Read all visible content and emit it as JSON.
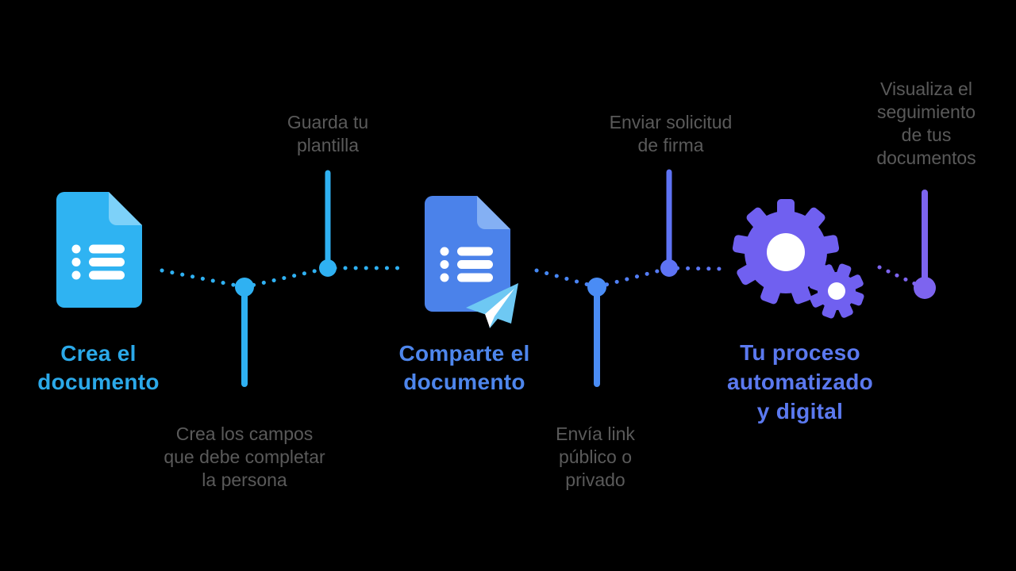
{
  "background_color": "#000000",
  "flow": {
    "steps": [
      {
        "name": "create-document",
        "icon": "document-form-icon",
        "label_color": "#2BA9E9",
        "label_lines": [
          "Crea el",
          "documento"
        ]
      },
      {
        "name": "share-document",
        "icon": "document-send-icon",
        "label_color": "#4E86EC",
        "label_lines": [
          "Comparte el",
          "documento"
        ]
      },
      {
        "name": "automated-process",
        "icon": "gears-icon",
        "label_color": "#5B79EF",
        "label_lines": [
          "Tu proceso",
          "automatizado",
          "y digital"
        ]
      }
    ],
    "milestones": [
      {
        "name": "create-fields",
        "placement": "below-line",
        "marker_color": "#2FB1F2",
        "label_lines": [
          "Crea los campos",
          "que debe completar",
          "la persona"
        ]
      },
      {
        "name": "save-template",
        "placement": "above-line",
        "marker_color": "#2FB1F2",
        "label_lines": [
          "Guarda tu",
          "plantilla"
        ]
      },
      {
        "name": "send-link",
        "placement": "below-line",
        "marker_color": "#4A8CF5",
        "label_lines": [
          "Envía link",
          "público o",
          "privado"
        ]
      },
      {
        "name": "send-signature-request",
        "placement": "above-line",
        "marker_color": "#5E73F4",
        "label_lines": [
          "Enviar solicitud",
          "de firma"
        ]
      },
      {
        "name": "track-documents",
        "placement": "above-line",
        "marker_color": "#7D64EF",
        "label_lines": [
          "Visualiza el",
          "seguimiento",
          "de tus",
          "documentos"
        ]
      }
    ],
    "colors": {
      "doc1_body": "#2FB3F2",
      "doc1_fold": "#7DD1F9",
      "doc2_body": "#4B82EA",
      "doc2_fold": "#84B0F4",
      "paper_plane": "#6EC8F3",
      "gears": "#7060F0",
      "connector_segment1": "#2FB1F2",
      "connector_segment2_start": "#4489F4",
      "connector_segment2_end": "#5E73F4",
      "connector_segment3": "#7D64EF",
      "note_text": "#5A5A5A"
    }
  }
}
